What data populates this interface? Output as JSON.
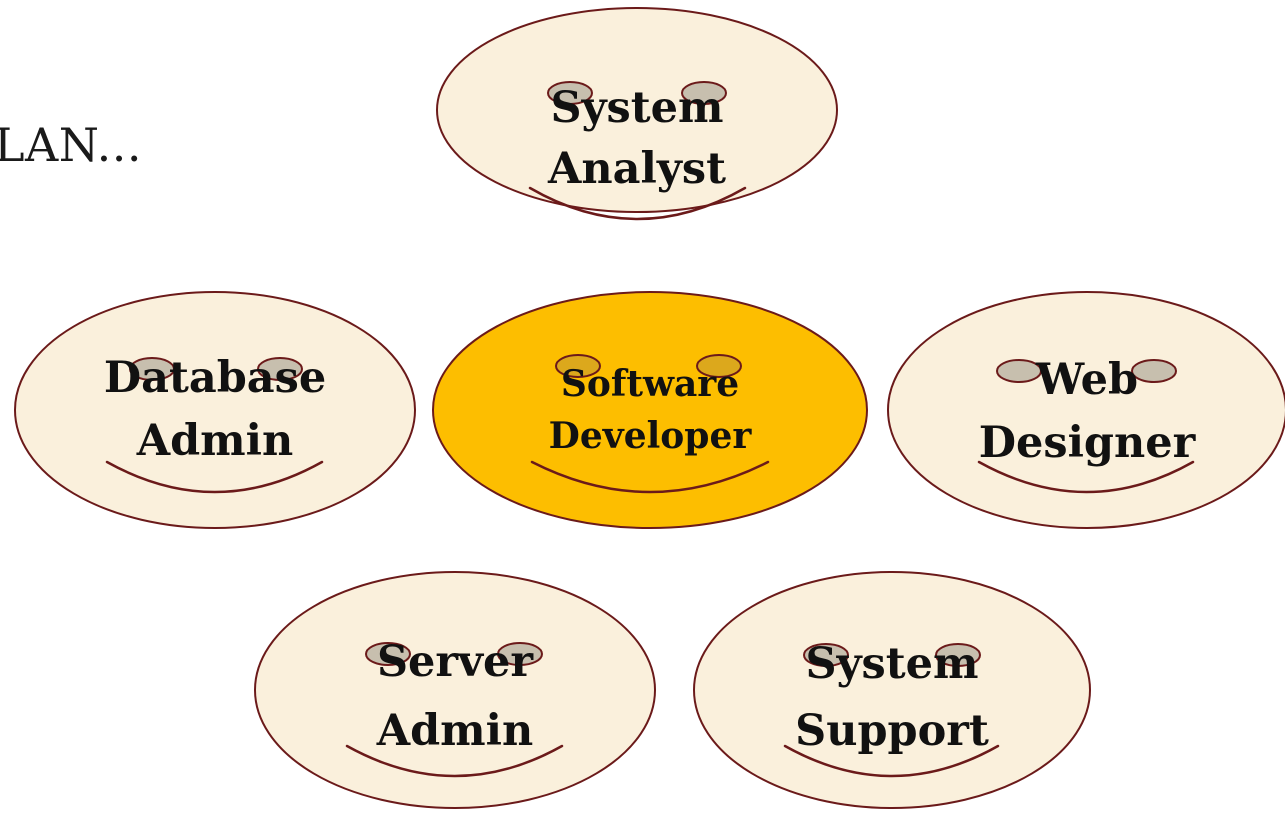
{
  "heading": {
    "partial_text": "LAN..."
  },
  "colors": {
    "face_fill": "#faf0dc",
    "face_highlight_fill": "#fdbe00",
    "face_stroke": "#6b1a1a",
    "eye_fill": "#c7bfae",
    "eye_highlight_fill": "#dca81c",
    "text": "#111111"
  },
  "roles": [
    {
      "id": "system-analyst",
      "line1": "System",
      "line2": "Analyst",
      "highlighted": false
    },
    {
      "id": "database-admin",
      "line1": "Database",
      "line2": "Admin",
      "highlighted": false
    },
    {
      "id": "software-developer",
      "line1": "Software",
      "line2": "Developer",
      "highlighted": true
    },
    {
      "id": "web-designer",
      "line1": "Web",
      "line2": "Designer",
      "highlighted": false
    },
    {
      "id": "server-admin",
      "line1": "Server",
      "line2": "Admin",
      "highlighted": false
    },
    {
      "id": "system-support",
      "line1": "System",
      "line2": "Support",
      "highlighted": false
    }
  ]
}
